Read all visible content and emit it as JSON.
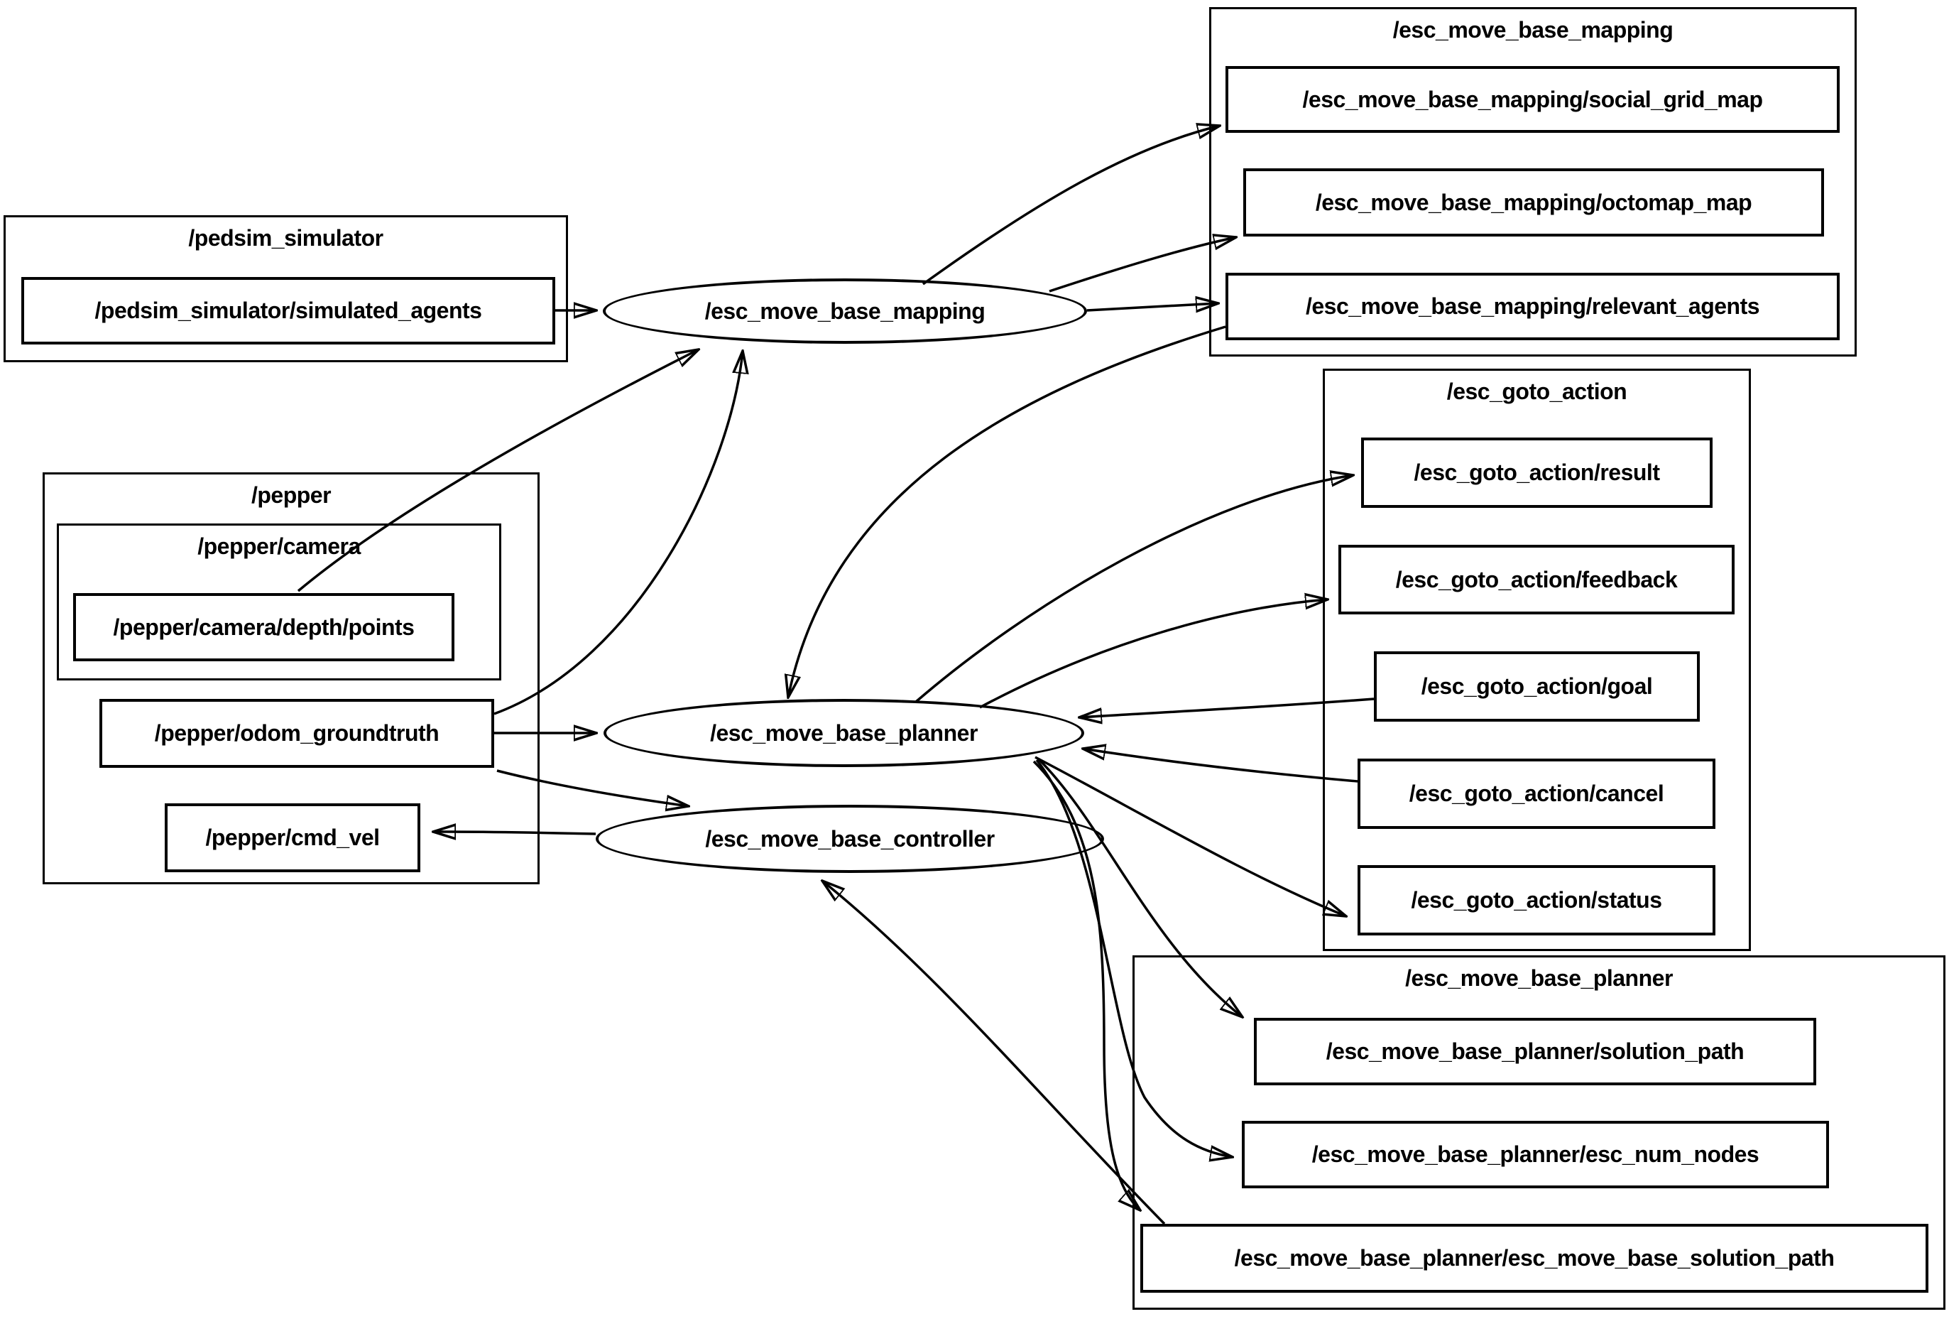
{
  "diagram": {
    "title": "ROS node graph",
    "background_color": "#ffffff",
    "stroke_color": "#000000"
  },
  "groups": {
    "pedsim_simulator": {
      "label": "/pedsim_simulator"
    },
    "esc_move_base_mapping": {
      "label": "/esc_move_base_mapping"
    },
    "pepper": {
      "label": "/pepper"
    },
    "pepper_camera": {
      "label": "/pepper/camera"
    },
    "esc_goto_action": {
      "label": "/esc_goto_action"
    },
    "esc_move_base_planner": {
      "label": "/esc_move_base_planner"
    }
  },
  "nodes": {
    "mapping": {
      "label": "/esc_move_base_mapping",
      "shape": "ellipse"
    },
    "planner": {
      "label": "/esc_move_base_planner",
      "shape": "ellipse"
    },
    "controller": {
      "label": "/esc_move_base_controller",
      "shape": "ellipse"
    }
  },
  "topics": {
    "simulated_agents": {
      "label": "/pedsim_simulator/simulated_agents"
    },
    "social_grid_map": {
      "label": "/esc_move_base_mapping/social_grid_map"
    },
    "octomap_map": {
      "label": "/esc_move_base_mapping/octomap_map"
    },
    "relevant_agents": {
      "label": "/esc_move_base_mapping/relevant_agents"
    },
    "depth_points": {
      "label": "/pepper/camera/depth/points"
    },
    "odom_groundtruth": {
      "label": "/pepper/odom_groundtruth"
    },
    "cmd_vel": {
      "label": "/pepper/cmd_vel"
    },
    "goto_result": {
      "label": "/esc_goto_action/result"
    },
    "goto_feedback": {
      "label": "/esc_goto_action/feedback"
    },
    "goto_goal": {
      "label": "/esc_goto_action/goal"
    },
    "goto_cancel": {
      "label": "/esc_goto_action/cancel"
    },
    "goto_status": {
      "label": "/esc_goto_action/status"
    },
    "solution_path": {
      "label": "/esc_move_base_planner/solution_path"
    },
    "esc_num_nodes": {
      "label": "/esc_move_base_planner/esc_num_nodes"
    },
    "esc_move_base_solution_path": {
      "label": "/esc_move_base_planner/esc_move_base_solution_path"
    }
  },
  "edges": [
    {
      "from": "/pedsim_simulator/simulated_agents",
      "to": "/esc_move_base_mapping"
    },
    {
      "from": "/esc_move_base_mapping",
      "to": "/esc_move_base_mapping/social_grid_map"
    },
    {
      "from": "/esc_move_base_mapping",
      "to": "/esc_move_base_mapping/octomap_map"
    },
    {
      "from": "/esc_move_base_mapping",
      "to": "/esc_move_base_mapping/relevant_agents"
    },
    {
      "from": "/pepper/camera/depth/points",
      "to": "/esc_move_base_mapping"
    },
    {
      "from": "/pepper/odom_groundtruth",
      "to": "/esc_move_base_mapping"
    },
    {
      "from": "/pepper/odom_groundtruth",
      "to": "/esc_move_base_planner"
    },
    {
      "from": "/pepper/odom_groundtruth",
      "to": "/esc_move_base_controller"
    },
    {
      "from": "/esc_move_base_mapping/relevant_agents",
      "to": "/esc_move_base_planner"
    },
    {
      "from": "/esc_move_base_planner",
      "to": "/esc_goto_action/result"
    },
    {
      "from": "/esc_move_base_planner",
      "to": "/esc_goto_action/feedback"
    },
    {
      "from": "/esc_goto_action/goal",
      "to": "/esc_move_base_planner"
    },
    {
      "from": "/esc_goto_action/cancel",
      "to": "/esc_move_base_planner"
    },
    {
      "from": "/esc_move_base_planner",
      "to": "/esc_goto_action/status"
    },
    {
      "from": "/esc_move_base_planner",
      "to": "/esc_move_base_planner/solution_path"
    },
    {
      "from": "/esc_move_base_planner",
      "to": "/esc_move_base_planner/esc_num_nodes"
    },
    {
      "from": "/esc_move_base_planner",
      "to": "/esc_move_base_planner/esc_move_base_solution_path"
    },
    {
      "from": "/esc_move_base_planner/esc_move_base_solution_path",
      "to": "/esc_move_base_controller"
    },
    {
      "from": "/esc_move_base_controller",
      "to": "/pepper/cmd_vel"
    }
  ]
}
